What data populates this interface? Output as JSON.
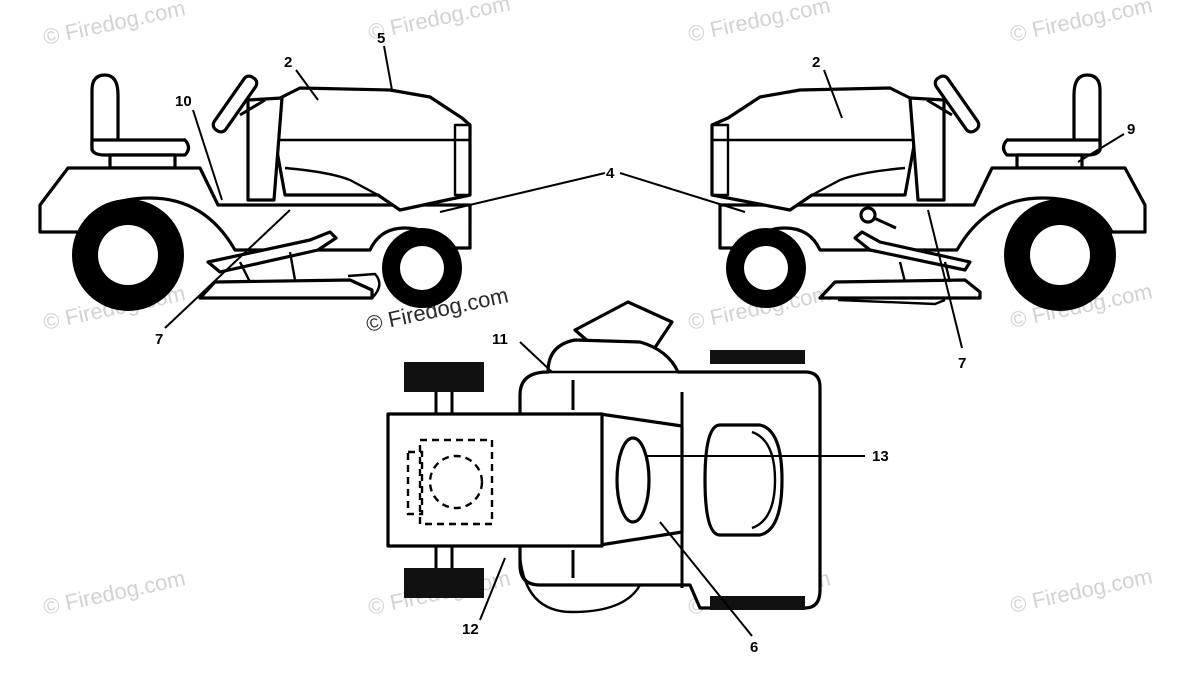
{
  "watermark": {
    "text": "© Firedog.com",
    "dark_text": "© Firedog.com"
  },
  "callouts": [
    "2",
    "5",
    "10",
    "4",
    "7",
    "2",
    "9",
    "4",
    "7",
    "11",
    "13",
    "12",
    "6"
  ],
  "colors": {
    "line": "#000000",
    "watermark": "#d2d2d2",
    "background": "#ffffff"
  }
}
